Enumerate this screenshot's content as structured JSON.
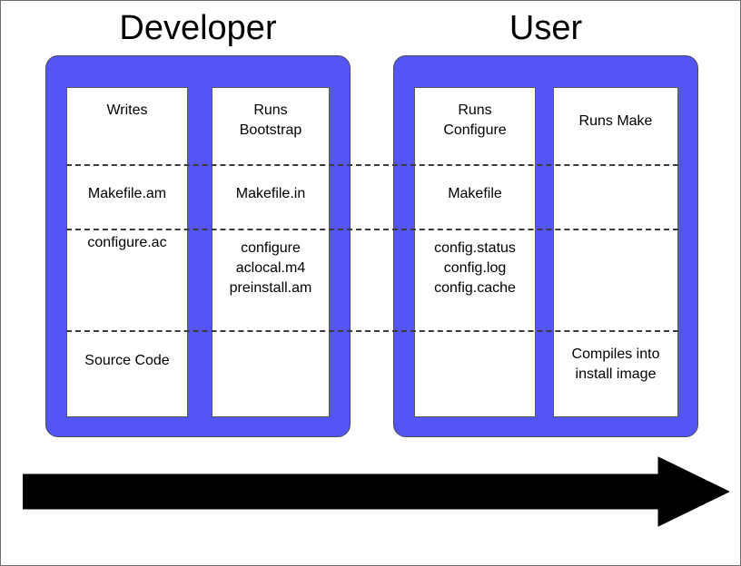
{
  "diagram": {
    "title_developer": "Developer",
    "title_user": "User",
    "accent_color": "#5355F5",
    "panel_color": "#FFFFFF",
    "text_color": "#000000",
    "separator_style": "dashed",
    "arrow": {
      "name": "progression-arrow",
      "direction": "left-to-right",
      "color": "#000000",
      "label": ""
    },
    "columns": [
      {
        "group": "Developer",
        "id": "dev-writes",
        "cells": [
          {
            "row": 0,
            "text": "Writes"
          },
          {
            "row": 1,
            "text": "Makefile.am"
          },
          {
            "row": 2,
            "text": "configure.ac"
          },
          {
            "row": 3,
            "text": "Source Code"
          }
        ]
      },
      {
        "group": "Developer",
        "id": "dev-bootstrap",
        "cells": [
          {
            "row": 0,
            "text": "Runs\nBootstrap"
          },
          {
            "row": 1,
            "text": "Makefile.in"
          },
          {
            "row": 2,
            "text": "configure\naclocal.m4\npreinstall.am"
          },
          {
            "row": 3,
            "text": ""
          }
        ]
      },
      {
        "group": "User",
        "id": "user-configure",
        "cells": [
          {
            "row": 0,
            "text": "Runs\nConfigure"
          },
          {
            "row": 1,
            "text": "Makefile"
          },
          {
            "row": 2,
            "text": "config.status\nconfig.log\nconfig.cache"
          },
          {
            "row": 3,
            "text": ""
          }
        ]
      },
      {
        "group": "User",
        "id": "user-make",
        "cells": [
          {
            "row": 0,
            "text": "Runs Make"
          },
          {
            "row": 1,
            "text": ""
          },
          {
            "row": 2,
            "text": ""
          },
          {
            "row": 3,
            "text": "Compiles into\ninstall image"
          }
        ]
      }
    ]
  }
}
